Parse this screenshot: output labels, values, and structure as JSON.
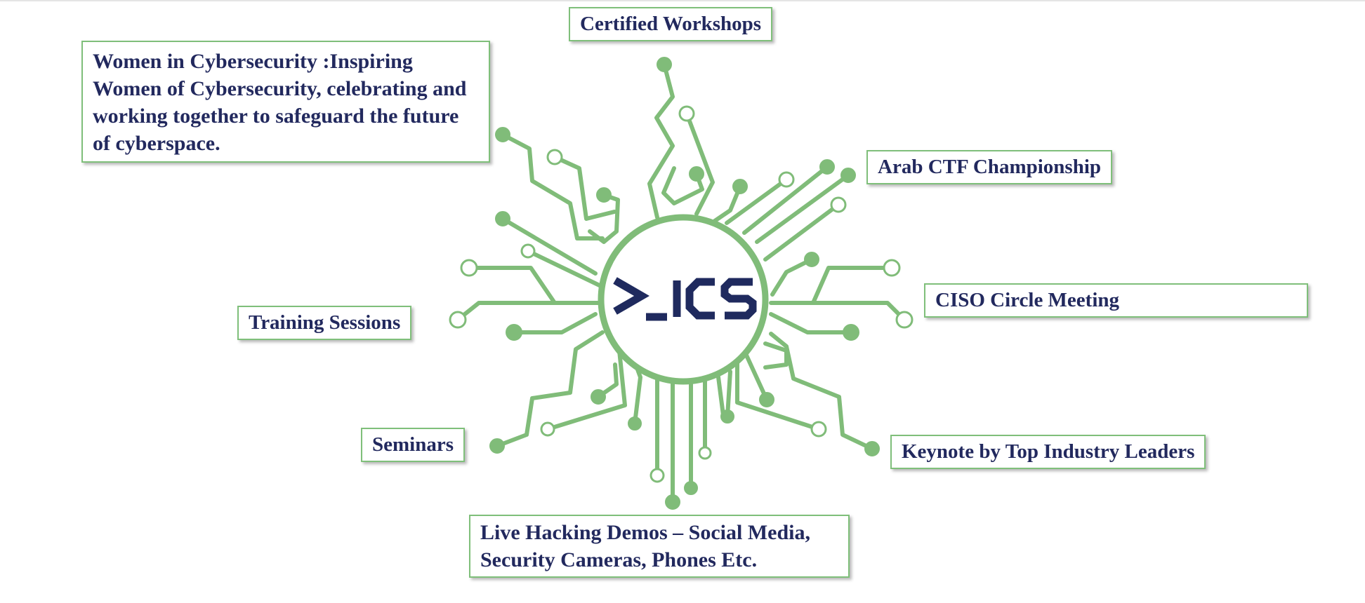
{
  "center_logo": {
    "text": ">_ICS",
    "color": "#1f2a5e"
  },
  "colors": {
    "circuit": "#80bc79",
    "box_border": "#7fbf7a",
    "text": "#22295e"
  },
  "topics": {
    "certified_workshops": "Certified Workshops",
    "women_in_cyber": "Women in Cybersecurity :Inspiring Women of Cybersecurity, celebrating and working together to safeguard the future of cyberspace.",
    "arab_ctf": "Arab CTF Championship",
    "ciso_circle": "CISO Circle Meeting",
    "training_sessions": "Training Sessions",
    "seminars": "Seminars",
    "keynote": "Keynote by Top Industry Leaders",
    "live_hacking": "Live Hacking Demos – Social Media, Security Cameras, Phones Etc."
  }
}
